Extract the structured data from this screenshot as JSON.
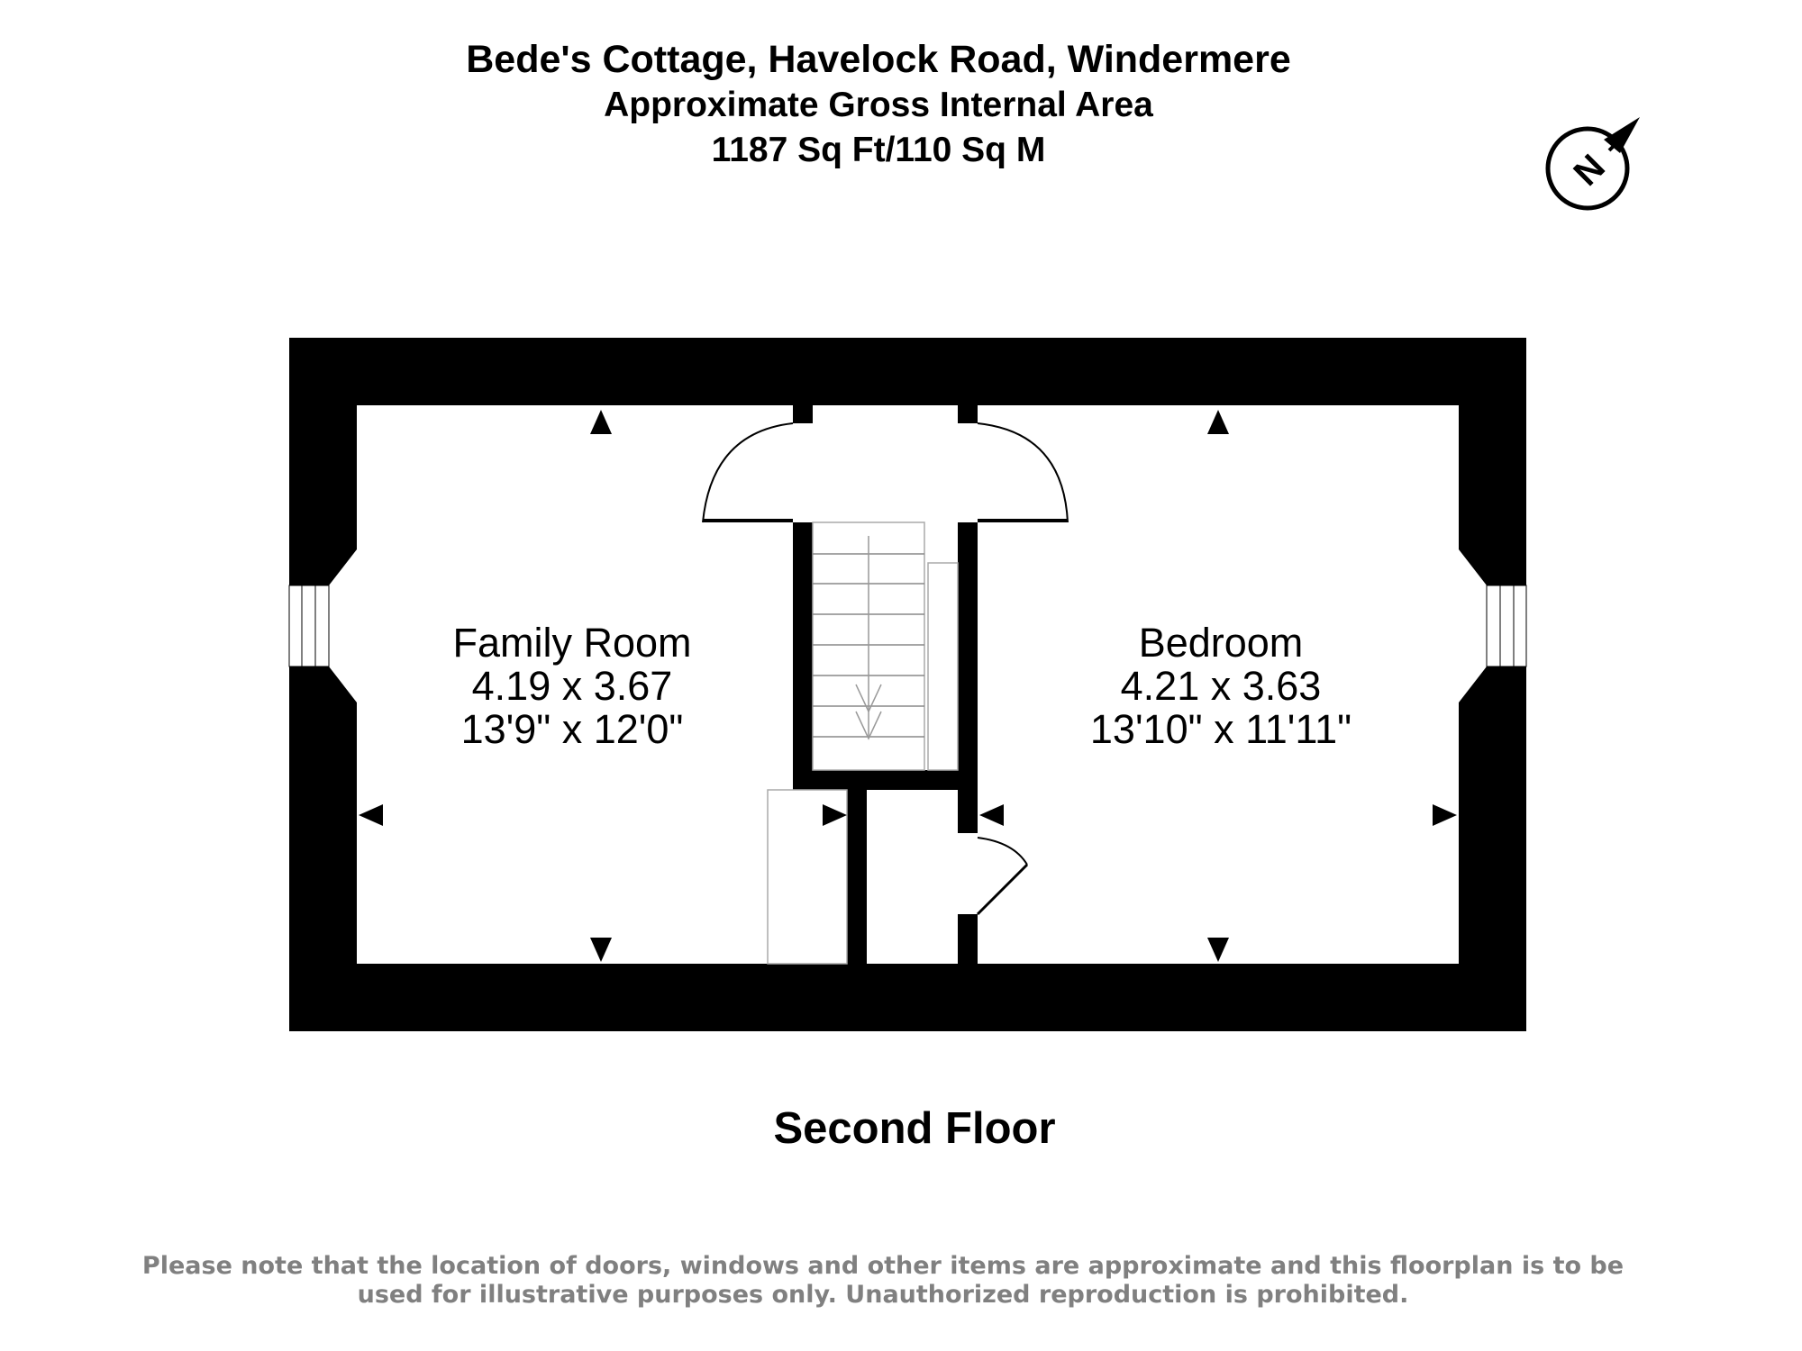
{
  "header": {
    "address": "Bede's Cottage, Havelock Road, Windermere",
    "area_label": "Approximate Gross Internal Area",
    "area_value": "1187 Sq Ft/110 Sq M"
  },
  "compass": {
    "icon": "north-compass-icon",
    "letter": "N"
  },
  "rooms": [
    {
      "name": "Family Room",
      "metric": "4.19 x 3.67",
      "imperial": "13'9\" x 12'0\""
    },
    {
      "name": "Bedroom",
      "metric": "4.21 x 3.63",
      "imperial": "13'10\" x 11'11\""
    }
  ],
  "floor_name": "Second Floor",
  "disclaimer": {
    "line1": "Please note that the location of doors, windows and other items are approximate and this floorplan is to be",
    "line2": "used for illustrative purposes only. Unauthorized reproduction is prohibited."
  },
  "colors": {
    "walls": "#000000",
    "background": "#ffffff",
    "disclaimer_text": "#808080"
  }
}
